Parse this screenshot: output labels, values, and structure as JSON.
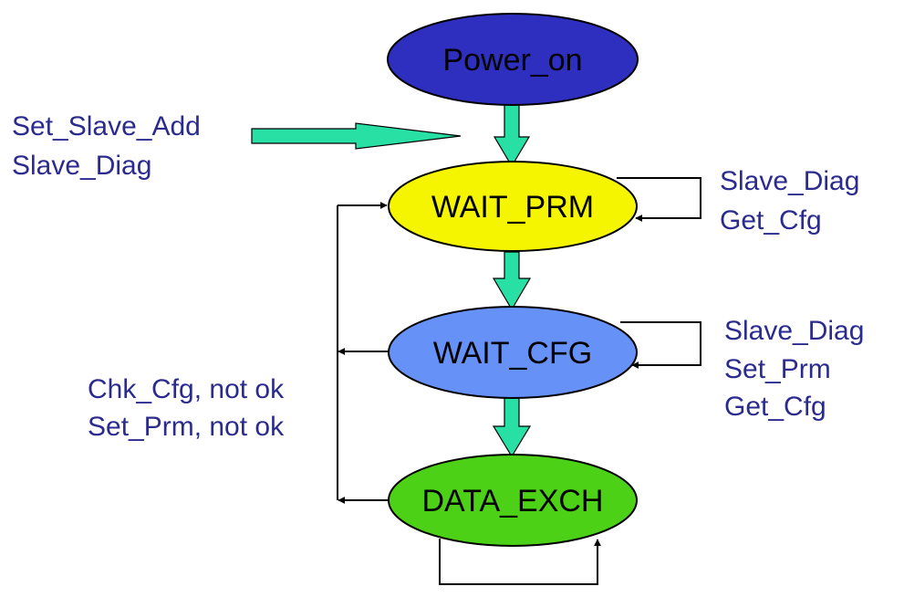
{
  "colors": {
    "power_on": "#2e2fbf",
    "wait_prm": "#f5f500",
    "wait_cfg": "#6691f7",
    "data_exch": "#4dd116",
    "flow_arrow": "#28e0a4",
    "note_text": "#2b2b8f"
  },
  "states": {
    "power_on": "Power_on",
    "wait_prm": "WAIT_PRM",
    "wait_cfg": "WAIT_CFG",
    "data_exch": "DATA_EXCH"
  },
  "notes": {
    "entry": [
      "Set_Slave_Add",
      "Slave_Diag"
    ],
    "wait_prm_loop": [
      "Slave_Diag",
      "Get_Cfg"
    ],
    "wait_cfg_loop": [
      "Slave_Diag",
      "Set_Prm",
      "Get_Cfg"
    ],
    "fallback": [
      "Chk_Cfg, not ok",
      "Set_Prm, not ok"
    ]
  }
}
